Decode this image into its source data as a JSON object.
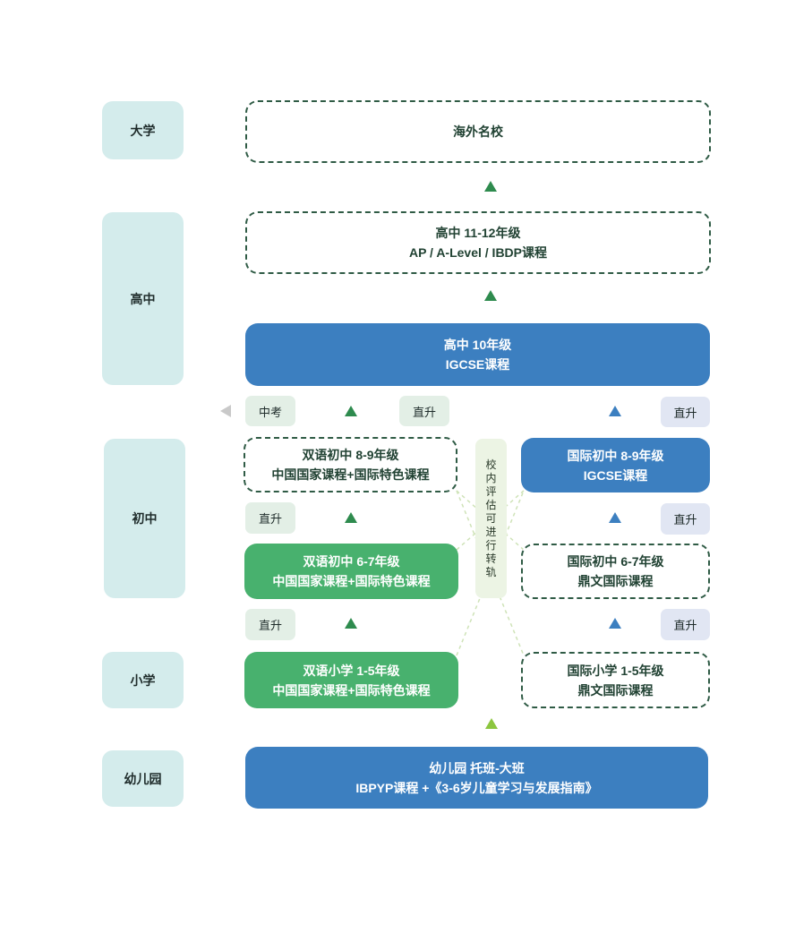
{
  "stages": {
    "university": "大学",
    "highschool": "高中",
    "middle": "初中",
    "primary": "小学",
    "kindergarten": "幼儿园"
  },
  "boxes": {
    "overseas": {
      "line1": "海外名校"
    },
    "hs_upper": {
      "line1": "高中 11-12年级",
      "line2": "AP / A-Level / IBDP课程"
    },
    "hs10": {
      "line1": "高中 10年级",
      "line2": "IGCSE课程"
    },
    "bi_89": {
      "line1": "双语初中 8-9年级",
      "line2": "中国国家课程+国际特色课程"
    },
    "intl_89": {
      "line1": "国际初中 8-9年级",
      "line2": "IGCSE课程"
    },
    "bi_67": {
      "line1": "双语初中 6-7年级",
      "line2": "中国国家课程+国际特色课程"
    },
    "intl_67": {
      "line1": "国际初中 6-7年级",
      "line2": "鼎文国际课程"
    },
    "bi_pri": {
      "line1": "双语小学 1-5年级",
      "line2": "中国国家课程+国际特色课程"
    },
    "intl_pri": {
      "line1": "国际小学 1-5年级",
      "line2": "鼎文国际课程"
    },
    "kg": {
      "line1": "幼儿园 托班-大班",
      "line2": "IBPYP课程 +《3-6岁儿童学习与发展指南》"
    }
  },
  "tags": {
    "zhongkao": "中考",
    "direct": "直升"
  },
  "transfer_note": "校内评估可进行转轨",
  "colors": {
    "stage_bg": "#d4ecec",
    "dashed_border": "#2f5b45",
    "blue": "#3c7fc0",
    "green": "#48b16e",
    "arrow_green": "#2e8b4e",
    "arrow_light": "#8cc63f"
  }
}
